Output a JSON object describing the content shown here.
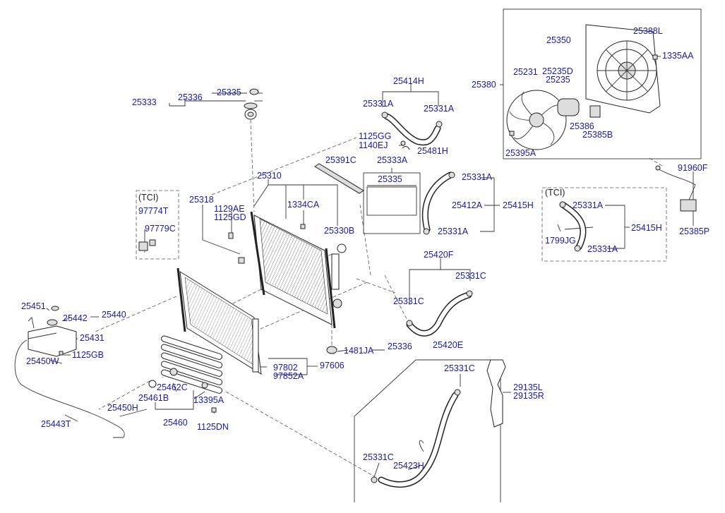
{
  "title": "Radiator & cooling fan parts diagram",
  "labels": {
    "p25333": "25333",
    "p25336_top": "25336",
    "p25335_top": "25335",
    "p25414H": "25414H",
    "p25331A_1": "25331A",
    "p25331A_2": "25331A",
    "p1125GG": "1125GG",
    "p1140EJ": "1140EJ",
    "p25481H": "25481H",
    "p25391C": "25391C",
    "p25333A": "25333A",
    "p25335_box": "25335",
    "p25310": "25310",
    "p25318": "25318",
    "p1129AE": "1129AE",
    "p1125GD": "1125GD",
    "p1334CA": "1334CA",
    "p25330B": "25330B",
    "tci_left": "(TCI)",
    "p97774T": "97774T",
    "p97779C": "97779C",
    "p25331A_3": "25331A",
    "p25412A": "25412A",
    "p25415H_1": "25415H",
    "p25331A_4": "25331A",
    "tci_right": "(TCI)",
    "p25331A_5": "25331A",
    "p25415H_2": "25415H",
    "p1799JG": "1799JG",
    "p25331A_6": "25331A",
    "p25380": "25380",
    "p25350": "25350",
    "p25388L": "25388L",
    "p1335AA": "1335AA",
    "p25231": "25231",
    "p25235D": "25235D",
    "p25235": "25235",
    "p25386": "25386",
    "p25385B": "25385B",
    "p25395A": "25395A",
    "p91960F": "91960F",
    "p25385P": "25385P",
    "p25420F": "25420F",
    "p25331C_1": "25331C",
    "p25331C_2": "25331C",
    "p1481JA": "1481JA",
    "p25336_low": "25336",
    "p25420E": "25420E",
    "p25331C_3": "25331C",
    "p29135L": "29135L",
    "p29135R": "29135R",
    "p25331C_4": "25331C",
    "p25423H": "25423H",
    "p25451": "25451",
    "p25442": "25442",
    "p25440": "25440",
    "p25431": "25431",
    "p1125GB": "1125GB",
    "p25450W": "25450W",
    "p25443T": "25443T",
    "p25450H": "25450H",
    "p97802": "97802",
    "p97606": "97606",
    "p97852A": "97852A",
    "p25462C": "25462C",
    "p25461B": "25461B",
    "p13395A": "13395A",
    "p25460": "25460",
    "p1125DN": "1125DN"
  },
  "colors": {
    "label": "#1a1aa6",
    "line": "#333333",
    "background": "#ffffff"
  }
}
